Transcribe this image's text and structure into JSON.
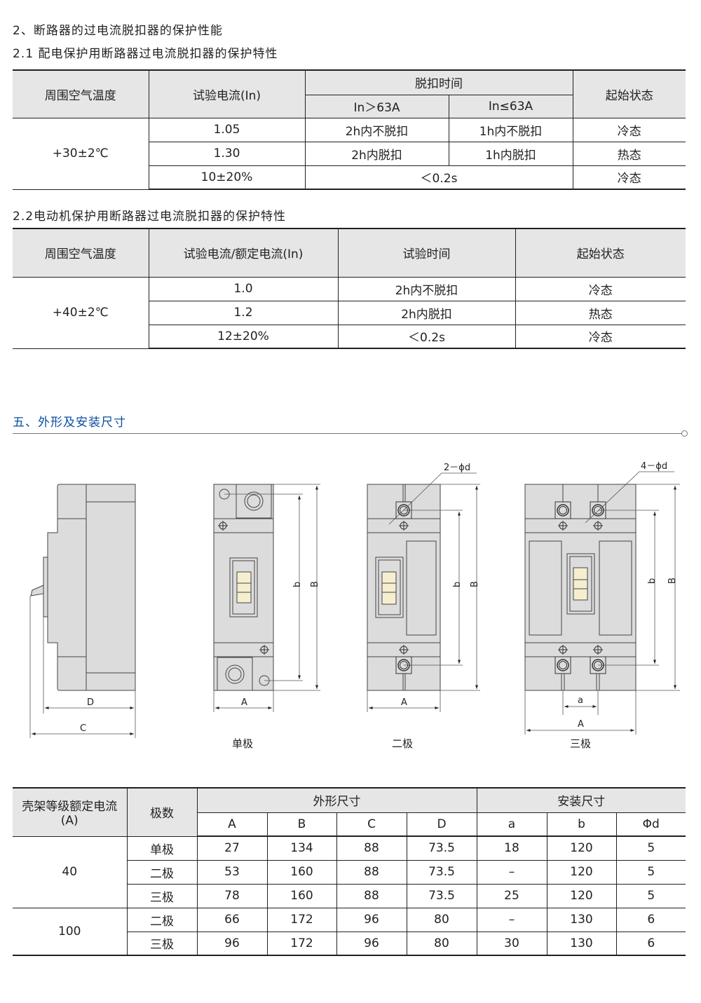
{
  "headings": {
    "h1": "2、断路器的过电流脱扣器的保护性能",
    "h2": "2.1 配电保护用断路器过电流脱扣器的保护特性",
    "h3": "2.2电动机保护用断路器过电流脱扣器的保护特性",
    "section5": "五、外形及安装尺寸"
  },
  "table1": {
    "headers": {
      "temp": "周围空气温度",
      "current": "试验电流(In)",
      "trip_time": "脱扣时间",
      "gt63": "In＞63A",
      "le63": "In≤63A",
      "state": "起始状态"
    },
    "temp": "+30±2℃",
    "rows": [
      {
        "current": "1.05",
        "gt63": "2h内不脱扣",
        "le63": "1h内不脱扣",
        "state": "冷态"
      },
      {
        "current": "1.30",
        "gt63": "2h内脱扣",
        "le63": "1h内脱扣",
        "state": "热态"
      },
      {
        "current": "10±20%",
        "time": "＜0.2s",
        "state": "冷态"
      }
    ]
  },
  "table2": {
    "headers": {
      "temp": "周围空气温度",
      "current": "试验电流/额定电流(In)",
      "time": "试验时间",
      "state": "起始状态"
    },
    "temp": "+40±2℃",
    "rows": [
      {
        "current": "1.0",
        "time": "2h内不脱扣",
        "state": "冷态"
      },
      {
        "current": "1.2",
        "time": "2h内脱扣",
        "state": "热态"
      },
      {
        "current": "12±20%",
        "time": "＜0.2s",
        "state": "冷态"
      }
    ]
  },
  "drawings": {
    "D": "D",
    "C": "C",
    "A": "A",
    "a": "a",
    "b": "b",
    "B": "B",
    "holes2": "2－ϕd",
    "holes4": "4－ϕd",
    "single": "单极",
    "double": "二极",
    "triple": "三极"
  },
  "table3": {
    "headers": {
      "frame": "壳架等级额定电流",
      "frame_unit": "(A)",
      "poles": "极数",
      "outline": "外形尺寸",
      "mounting": "安装尺寸",
      "cols": [
        "A",
        "B",
        "C",
        "D",
        "a",
        "b",
        "Φd"
      ]
    },
    "groups": [
      {
        "frame": "40",
        "rows": [
          [
            "单极",
            "27",
            "134",
            "88",
            "73.5",
            "18",
            "120",
            "5"
          ],
          [
            "二极",
            "53",
            "160",
            "88",
            "73.5",
            "–",
            "120",
            "5"
          ],
          [
            "三极",
            "78",
            "160",
            "88",
            "73.5",
            "25",
            "120",
            "5"
          ]
        ]
      },
      {
        "frame": "100",
        "rows": [
          [
            "二极",
            "66",
            "172",
            "96",
            "80",
            "–",
            "130",
            "6"
          ],
          [
            "三极",
            "96",
            "172",
            "96",
            "80",
            "30",
            "130",
            "6"
          ]
        ]
      }
    ]
  },
  "colors": {
    "accent": "#0b4ea2",
    "header_bg": "#e6e6e7",
    "body": "#dcdcdc",
    "window": "#f5efd0"
  }
}
